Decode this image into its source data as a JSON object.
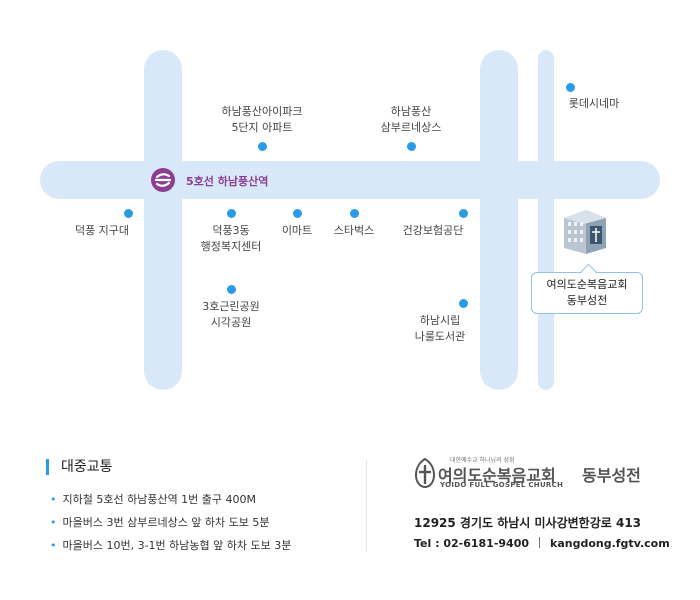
{
  "map": {
    "station": {
      "name": "5호선 하남풍산역",
      "line_color": "#8b3f93"
    },
    "pois": [
      {
        "id": "apt",
        "label": "하남풍산아이파크\n5단지 아파트"
      },
      {
        "id": "sambu",
        "label": "하남풍산\n삼부르네상스"
      },
      {
        "id": "lotte",
        "label": "롯데시네마"
      },
      {
        "id": "deokpung-jigu",
        "label": "덕풍 지구대"
      },
      {
        "id": "deokpung3",
        "label": "덕풍3동\n행정복지센터"
      },
      {
        "id": "emart",
        "label": "이마트"
      },
      {
        "id": "starbucks",
        "label": "스타벅스"
      },
      {
        "id": "nhis",
        "label": "건강보험공단"
      },
      {
        "id": "park",
        "label": "3호근린공원\n시각공원"
      },
      {
        "id": "library",
        "label": "하남시립\n나룰도서관"
      }
    ],
    "church_label": "여의도순복음교회\n동부성전",
    "colors": {
      "road": "#d8e8f8",
      "poi": "#2a9be6",
      "accent": "#2a9be6"
    }
  },
  "transit": {
    "title": "대중교통",
    "items": [
      "지하철 5호선 하남풍산역 1번 출구 400M",
      "마을버스 3번 삼부르네상스 앞 하차 도보 5분",
      "마을버스 10번, 3-1번 하남농협 앞 하차 도보 3분"
    ]
  },
  "church": {
    "logo_tagline": "대한예수교 하나님의 성회",
    "logo_main": "여의도순복음교회",
    "logo_sub": "YOIDO FULL GOSPEL CHURCH",
    "logo_branch": "동부성전",
    "address": "12925 경기도 하남시 미사강변한강로 413",
    "tel": "Tel : 02-6181-9400",
    "website": "kangdong.fgtv.com"
  }
}
